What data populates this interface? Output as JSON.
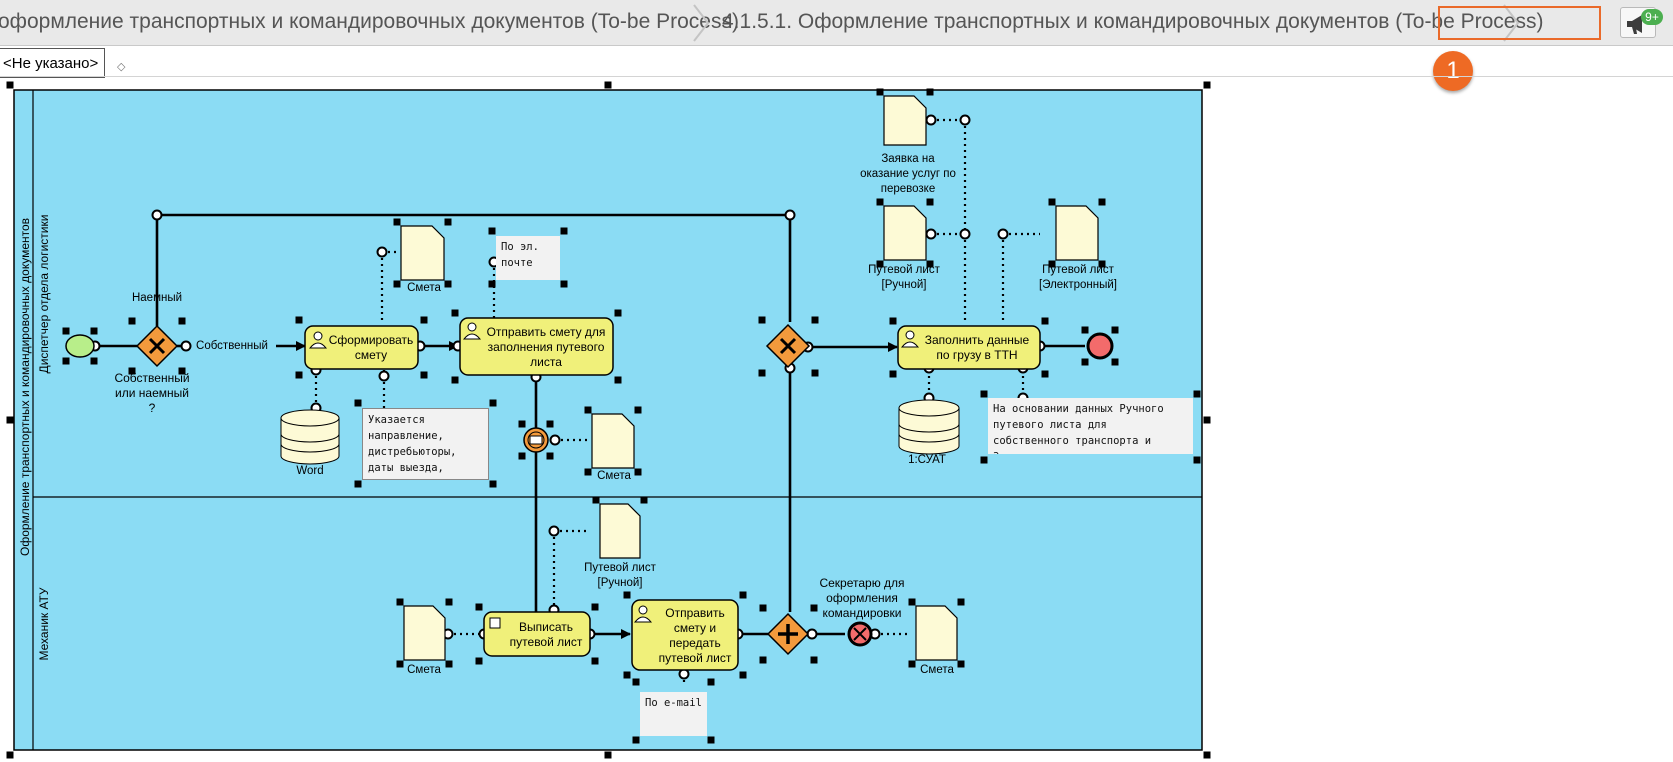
{
  "breadcrumb": {
    "item1": "оформление транспортных и командировочных документов (To-be Process)",
    "item2": "4.1.5.1. Оформление транспортных и командировочных документов (To-be Process)"
  },
  "notifications": {
    "badge": "9+",
    "icon": "megaphone-icon"
  },
  "callout": {
    "number": "1"
  },
  "selector": {
    "value": "<Не указано>"
  },
  "colors": {
    "pool": "#8bdcf4",
    "task": "#f0f07a",
    "gateway": "#f39a3c",
    "start": "#b8ee8a",
    "end": "#f36b6b",
    "doc": "#fdfad6",
    "highlight": "#ea6a2a"
  },
  "pool": {
    "title": "Оформление транспортных и командировочных документов"
  },
  "lanes": {
    "dispatcher": "Диспетчер отдела логистики",
    "mechanic": "Механик АТУ"
  },
  "tasks": {
    "form_estimate": "Сформировать смету",
    "send_estimate": "Отправить смету для заполнения путевого листа",
    "fill_ttn": "Заполнить данные по грузу в ТТН",
    "issue_waybill": "Выписать путевой лист",
    "send_estimate_waybill": "Отправить смету и передать путевой лист"
  },
  "gateways": {
    "question": "Собственный или наемный ?",
    "hired": "Наемный",
    "own": "Собственный",
    "secretary": "Секретарю для оформления командировки"
  },
  "docs": {
    "smeta1": "Смета",
    "smeta2": "Смета",
    "smeta3": "Смета",
    "smeta4": "Смета",
    "request": "Заявка на оказание услуг по перевозке",
    "waybill_manual": "Путевой лист [Ручной]",
    "waybill_electronic": "Путевой лист [Электронный]",
    "waybill_manual2": "Путевой лист [Ручной]",
    "word": "Word",
    "onec": "1:СУАТ"
  },
  "notes": {
    "email1": "По эл. почте",
    "direction": "Указается направление, дистребьюторы, даты выезда, приезда",
    "basis": "На основании данных Ручного путевого листа для собственного транспорта и Заявки для наемного",
    "email2": "По e-mail"
  }
}
